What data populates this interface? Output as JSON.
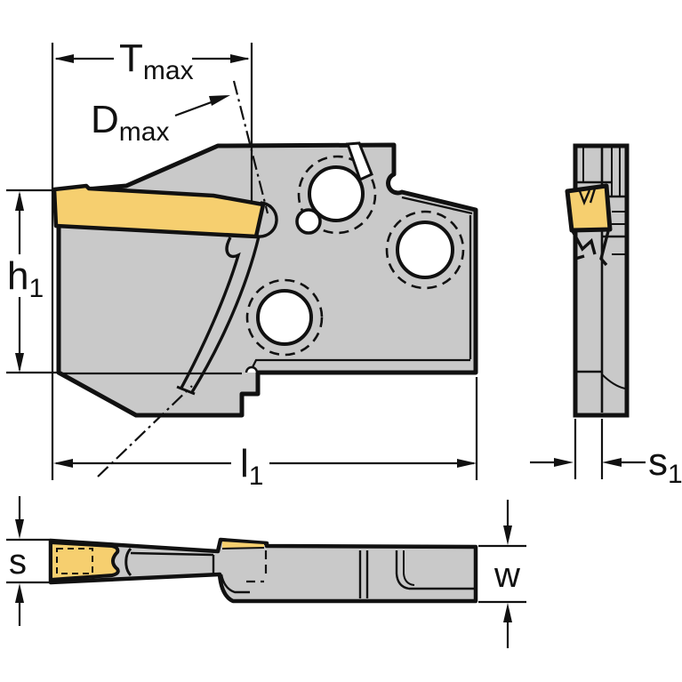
{
  "drawing": {
    "title": "grooving-tool-holder-technical-drawing",
    "labels": {
      "tmax": {
        "base": "T",
        "sub": "max"
      },
      "dmax": {
        "base": "D",
        "sub": "max"
      },
      "h1": {
        "base": "h",
        "sub": "1"
      },
      "l1": {
        "base": "l",
        "sub": "1"
      },
      "s1": {
        "base": "s",
        "sub": "1"
      },
      "s": {
        "base": "s"
      },
      "w": {
        "base": "w"
      }
    },
    "colors": {
      "insert": "#F6CF6F",
      "body": "#C9C9C9",
      "body_light": "#D6D6D6",
      "outline": "#111111",
      "background": "#FFFFFF"
    }
  }
}
